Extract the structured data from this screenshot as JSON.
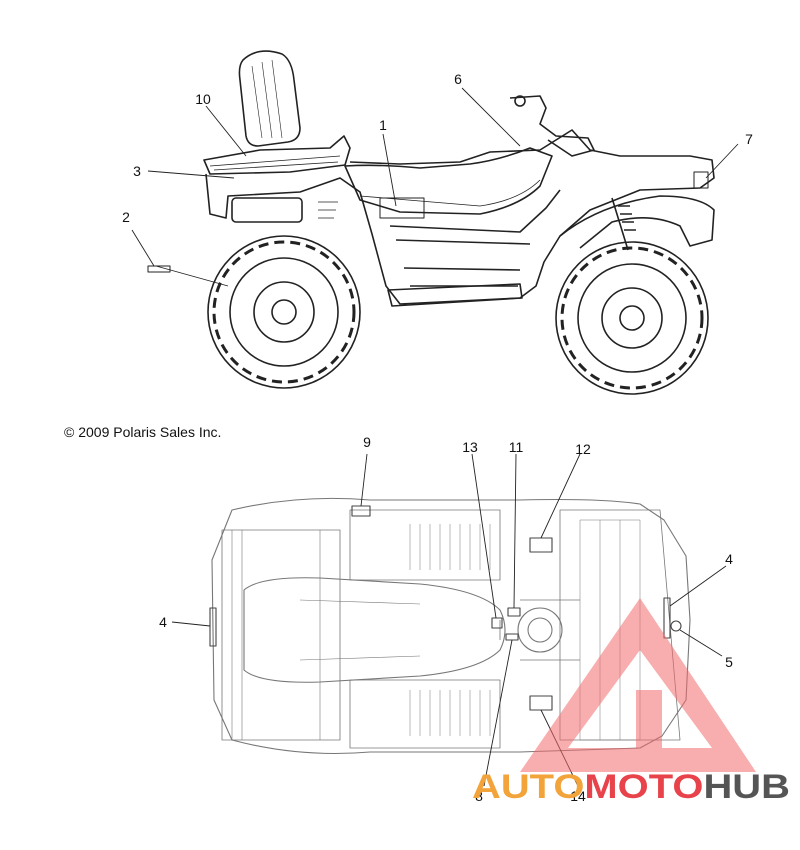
{
  "copyright": "© 2009 Polaris Sales Inc.",
  "side_view": {
    "callouts": [
      {
        "id": "c1",
        "label": "1"
      },
      {
        "id": "c2",
        "label": "2"
      },
      {
        "id": "c3",
        "label": "3"
      },
      {
        "id": "c6",
        "label": "6"
      },
      {
        "id": "c7",
        "label": "7"
      },
      {
        "id": "c10",
        "label": "10"
      }
    ]
  },
  "top_view": {
    "callouts": [
      {
        "id": "c4a",
        "label": "4"
      },
      {
        "id": "c4b",
        "label": "4"
      },
      {
        "id": "c5",
        "label": "5"
      },
      {
        "id": "c8",
        "label": "8"
      },
      {
        "id": "c9",
        "label": "9"
      },
      {
        "id": "c11",
        "label": "11"
      },
      {
        "id": "c12",
        "label": "12"
      },
      {
        "id": "c13",
        "label": "13"
      },
      {
        "id": "c14",
        "label": "14"
      }
    ]
  },
  "watermark": {
    "part1": "AUTO",
    "part2": "MOTO",
    "part3": "HUB",
    "colors": {
      "triangle": "#f26b6b",
      "auto": "#f2a33a",
      "moto": "#e8434a",
      "hub": "#555555"
    }
  }
}
